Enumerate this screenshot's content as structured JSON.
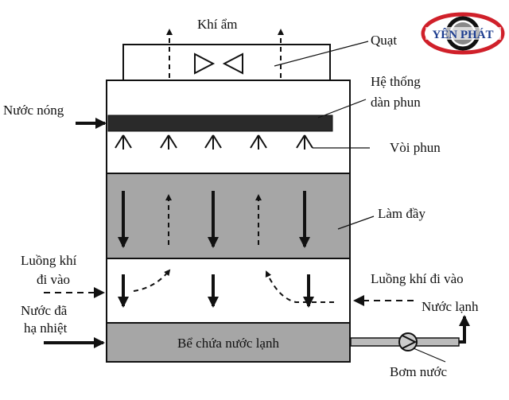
{
  "labels": {
    "moist_air": "Khí ẩm",
    "fan": "Quạt",
    "spray_system_line1": "Hệ thống",
    "spray_system_line2": "dàn phun",
    "hot_water": "Nước nóng",
    "nozzle": "Vòi phun",
    "fill": "Làm đầy",
    "air_in_left_line1": "Luồng khí",
    "air_in_left_line2": "đi vào",
    "air_in_right": "Luồng khí đi vào",
    "cooled_water_line1": "Nước đã",
    "cooled_water_line2": "hạ nhiệt",
    "cold_water": "Nước lạnh",
    "basin": "Bể chứa nước lạnh",
    "pump": "Bơm nước"
  },
  "logo": {
    "text": "YÊN PHÁT",
    "colors": {
      "ring": "#d0202a",
      "text": "#1d3d8f"
    }
  },
  "colors": {
    "fill_gray": "#a6a6a6",
    "line": "#111111",
    "spray_bar": "#2a2a2a"
  }
}
